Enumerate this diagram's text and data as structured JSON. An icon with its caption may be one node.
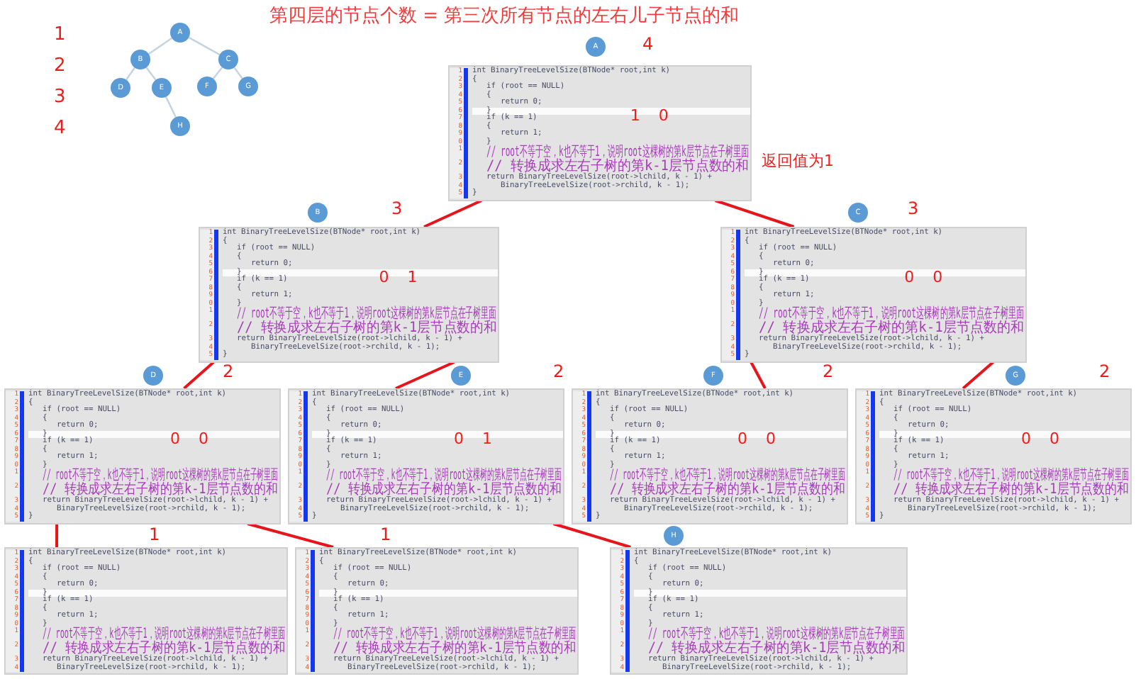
{
  "diagram": {
    "title": "第四层的节点个数 = 第三次所有节点的左右儿子节点的和",
    "nodes": [
      {
        "text": [
          "A"
        ]
      },
      {
        "text": [
          "B"
        ]
      },
      {
        "text": [
          "C"
        ]
      },
      {
        "text": [
          "D"
        ]
      },
      {
        "text": [
          "E"
        ]
      },
      {
        "text": [
          "F"
        ]
      },
      {
        "text": [
          "G"
        ]
      },
      {
        "text": [
          "H"
        ]
      },
      {
        "text": [
          "A"
        ]
      },
      {
        "text": [
          "int BinaryTreeLevelSize(BTNode* root,int k)",
          "{",
          "if (root == NULL)",
          "{",
          "return 0;",
          "}",
          "if (k == 1)",
          "{",
          "return 1;",
          "}",
          "// root不等于空，k也不等于1，说明root这棵树的第k层节点在子树里面",
          "// 转换成求左右子树的第k-1层节点数的和",
          "return BinaryTreeLevelSize(root->lchild, k - 1) +",
          "BinaryTreeLevelSize(root->rchild, k - 1);",
          "}"
        ],
        "beside": [
          "4",
          "1",
          "0"
        ]
      },
      {
        "text": [
          "1",
          "2",
          "3",
          "4",
          "5",
          "6",
          "7",
          "8",
          "9",
          "0",
          "1",
          "2",
          "3",
          "4",
          "5"
        ],
        "in": 9
      },
      {
        "text": [
          "B"
        ]
      },
      {
        "text": [
          "int BinaryTreeLevelSize(BTNode* root,int k)",
          "{",
          "if (root == NULL)",
          "{",
          "return 0;",
          "}",
          "if (k == 1)",
          "{",
          "return 1;",
          "}",
          "// root不等于空，k也不等于1，说明root这棵树的第k层节点在子树里面",
          "// 转换成求左右子树的第k-1层节点数的和",
          "return BinaryTreeLevelSize(root->lchild, k - 1) +",
          "BinaryTreeLevelSize(root->rchild, k - 1);",
          "}"
        ],
        "beside": [
          "3",
          "0",
          "1"
        ]
      },
      {
        "text": [
          "1",
          "2",
          "3",
          "4",
          "5",
          "6",
          "7",
          "8",
          "9",
          "0",
          "1",
          "2",
          "3",
          "4",
          "5"
        ],
        "in": 12
      },
      {
        "text": [
          "C"
        ]
      },
      {
        "text": [
          "int BinaryTreeLevelSize(BTNode* root,int k)",
          "{",
          "if (root == NULL)",
          "{",
          "return 0;",
          "}",
          "if (k == 1)",
          "{",
          "return 1;",
          "}",
          "// root不等于空，k也不等于1，说明root这棵树的第k层节点在子树里面",
          "// 转换成求左右子树的第k-1层节点数的和",
          "return BinaryTreeLevelSize(root->lchild, k - 1) +",
          "BinaryTreeLevelSize(root->rchild, k - 1);",
          "}"
        ],
        "beside": [
          "3",
          "0",
          "0"
        ]
      },
      {
        "text": [
          "1",
          "2",
          "3",
          "4",
          "5",
          "6",
          "7",
          "8",
          "9",
          "0",
          "1",
          "2",
          "3",
          "4",
          "5"
        ],
        "in": 15
      },
      {
        "text": [
          "D"
        ]
      },
      {
        "text": [
          "int BinaryTreeLevelSize(BTNode* root,int k)",
          "{",
          "if (root == NULL)",
          "{",
          "return 0;",
          "}",
          "if (k == 1)",
          "{",
          "return 1;",
          "}",
          "// root不等于空，k也不等于1，说明root这棵树的第k层节点在子树里面",
          "// 转换成求左右子树的第k-1层节点数的和",
          "return BinaryTreeLevelSize(root->lchild, k - 1) +",
          "BinaryTreeLevelSize(root->rchild, k - 1);",
          "}"
        ],
        "beside": [
          "2",
          "0",
          "0"
        ]
      },
      {
        "text": [
          "1",
          "2",
          "3",
          "4",
          "5",
          "6",
          "7",
          "8",
          "9",
          "0",
          "1",
          "2",
          "3",
          "4",
          "5"
        ],
        "in": 18
      },
      {
        "text": [
          "E"
        ]
      },
      {
        "text": [
          "int BinaryTreeLevelSize(BTNode* root,int k)",
          "{",
          "if (root == NULL)",
          "{",
          "return 0;",
          "}",
          "if (k == 1)",
          "{",
          "return 1;",
          "}",
          "// root不等于空，k也不等于1，说明root这棵树的第k层节点在子树里面",
          "// 转换成求左右子树的第k-1层节点数的和",
          "return BinaryTreeLevelSize(root->lchild, k - 1) +",
          "BinaryTreeLevelSize(root->rchild, k - 1);",
          "}"
        ],
        "beside": [
          "2",
          "0",
          "1"
        ]
      },
      {
        "text": [
          "1",
          "2",
          "3",
          "4",
          "5",
          "6",
          "7",
          "8",
          "9",
          "0",
          "1",
          "2",
          "3",
          "4",
          "5"
        ],
        "in": 21
      },
      {
        "text": [
          "F"
        ]
      },
      {
        "text": [
          "int BinaryTreeLevelSize(BTNode* root,int k)",
          "{",
          "if (root == NULL)",
          "{",
          "return 0;",
          "}",
          "if (k == 1)",
          "{",
          "return 1;",
          "}",
          "// root不等于空，k也不等于1，说明root这棵树的第k层节点在子树里面",
          "// 转换成求左右子树的第k-1层节点数的和",
          "return BinaryTreeLevelSize(root->lchild, k - 1) +",
          "BinaryTreeLevelSize(root->rchild, k - 1);",
          "}"
        ],
        "beside": [
          "2",
          "0",
          "0"
        ]
      },
      {
        "text": [
          "1",
          "2",
          "3",
          "4",
          "5",
          "6",
          "7",
          "8",
          "9",
          "0",
          "1",
          "2",
          "3",
          "4",
          "5"
        ],
        "in": 24
      },
      {
        "text": [
          "G"
        ]
      },
      {
        "text": [
          "int BinaryTreeLevelSize(BTNode* root,int k)",
          "{",
          "if (root == NULL)",
          "{",
          "return 0;",
          "}",
          "if (k == 1)",
          "{",
          "return 1;",
          "}",
          "// root不等于空，k也不等于1，说明root这棵树的第k层节点在子树里面",
          "// 转换成求左右子树的第k-1层节点数的和",
          "return BinaryTreeLevelSize(root->lchild, k - 1) +",
          "BinaryTreeLevelSize(root->rchild, k - 1);",
          "}"
        ],
        "beside": [
          "2",
          "0",
          "0"
        ]
      },
      {
        "text": [
          "1",
          "2",
          "3",
          "4",
          "5",
          "6",
          "7",
          "8",
          "9",
          "0",
          "1",
          "2",
          "3",
          "4",
          "5"
        ],
        "in": 27
      },
      {
        "text": [
          "int BinaryTreeLevelSize(BTNode* root,int k)",
          "{",
          "if (root == NULL)",
          "{",
          "return 0;",
          "}",
          "if (k == 1)",
          "{",
          "return 1;",
          "}",
          "// root不等于空，k也不等于1，说明root这棵树的第k层节点在子树里面",
          "// 转换成求左右子树的第k-1层节点数的和",
          "return BinaryTreeLevelSize(root->lchild, k - 1) +",
          "BinaryTreeLevelSize(root->rchild, k - 1);"
        ],
        "beside": [
          "1"
        ]
      },
      {
        "text": [
          "1",
          "2",
          "3",
          "4",
          "5",
          "6",
          "7",
          "8",
          "9",
          "0",
          "1",
          "2",
          "3",
          "4"
        ],
        "in": 29
      },
      {
        "text": [
          "int BinaryTreeLevelSize(BTNode* root,int k)",
          "{",
          "if (root == NULL)",
          "{",
          "return 0;",
          "}",
          "if (k == 1)",
          "{",
          "return 1;",
          "}",
          "// root不等于空，k也不等于1，说明root这棵树的第k层节点在子树里面",
          "// 转换成求左右子树的第k-1层节点数的和",
          "return BinaryTreeLevelSize(root->lchild, k - 1) +",
          "BinaryTreeLevelSize(root->rchild, k - 1);"
        ],
        "beside": [
          "1"
        ]
      },
      {
        "text": [
          "1",
          "2",
          "3",
          "4",
          "5",
          "6",
          "7",
          "8",
          "9",
          "0",
          "1",
          "2",
          "3",
          "4"
        ],
        "in": 31
      },
      {
        "text": [
          "H"
        ]
      },
      {
        "text": [
          "int BinaryTreeLevelSize(BTNode* root,int k)",
          "{",
          "if (root == NULL)",
          "{",
          "return 0;",
          "}",
          "if (k == 1)",
          "{",
          "return 1;",
          "}",
          "// root不等于空，k也不等于1，说明root这棵树的第k层节点在子树里面",
          "// 转换成求左右子树的第k-1层节点数的和",
          "return BinaryTreeLevelSize(root->lchild, k - 1) +",
          "BinaryTreeLevelSize(root->rchild, k - 1);"
        ]
      },
      {
        "text": [
          "1",
          "2",
          "3",
          "4",
          "5",
          "6",
          "7",
          "8",
          "9",
          "0",
          "1",
          "2",
          "3",
          "4"
        ],
        "in": 34
      }
    ],
    "edges": [
      {
        "from": 0,
        "to": 1,
        "arrow": "none",
        "color": "#c5d3de"
      },
      {
        "from": 0,
        "to": 2,
        "arrow": "none",
        "color": "#c5d3de"
      },
      {
        "from": 1,
        "to": 3,
        "arrow": "none",
        "color": "#c5d3de"
      },
      {
        "from": 1,
        "to": 4,
        "arrow": "none",
        "color": "#c5d3de"
      },
      {
        "from": 2,
        "to": 5,
        "arrow": "none",
        "color": "#c5d3de"
      },
      {
        "from": 2,
        "to": 6,
        "arrow": "none",
        "color": "#c5d3de"
      },
      {
        "from": 4,
        "to": 7,
        "arrow": "none",
        "color": "#c5d3de"
      },
      {
        "from": 9,
        "to": 12,
        "arrow": "none"
      },
      {
        "from": 9,
        "to": 15,
        "arrow": "none"
      },
      {
        "from": 12,
        "to": 18,
        "arrow": "none"
      },
      {
        "from": 12,
        "to": 21,
        "arrow": "none"
      },
      {
        "from": 15,
        "to": 24,
        "arrow": "none"
      },
      {
        "from": 15,
        "to": 27,
        "arrow": "none"
      },
      {
        "from": 18,
        "to": 29,
        "arrow": "none"
      },
      {
        "from": 18,
        "to": 31,
        "arrow": "none"
      },
      {
        "from": 21,
        "to": 34,
        "arrow": "none"
      }
    ],
    "labels": [
      "1",
      "2",
      "3",
      "4",
      "返回值为1"
    ]
  }
}
